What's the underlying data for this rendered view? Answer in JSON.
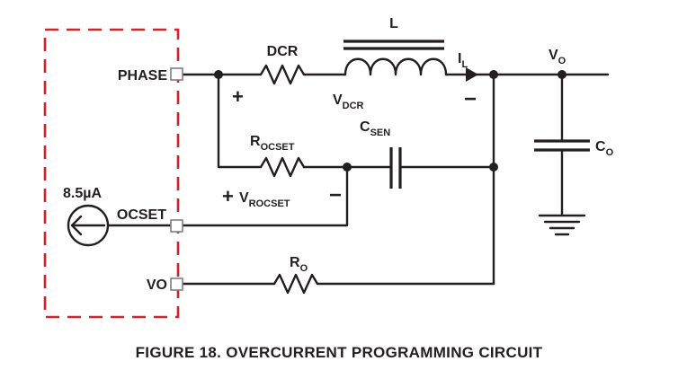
{
  "figure": {
    "caption": "FIGURE 18.  OVERCURRENT PROGRAMMING CIRCUIT"
  },
  "ic_pins": {
    "phase": "PHASE",
    "ocset": "OCSET",
    "vo": "VO"
  },
  "current_source": {
    "value": "8.5µA"
  },
  "components": {
    "dcr": "DCR",
    "inductor": "L",
    "inductor_current": {
      "main": "I",
      "sub": "L"
    },
    "output_voltage": {
      "main": "V",
      "sub": "O"
    },
    "output_cap": {
      "main": "C",
      "sub": "O"
    },
    "vdcr": {
      "main": "V",
      "sub": "DCR"
    },
    "csen": {
      "main": "C",
      "sub": "SEN"
    },
    "rocset": {
      "main": "R",
      "sub": "OCSET"
    },
    "vrocset": {
      "main": "V",
      "sub": "ROCSET"
    },
    "ro": {
      "main": "R",
      "sub": "O"
    }
  },
  "polarity": {
    "plus": "+",
    "minus": "−"
  },
  "colors": {
    "ic_boundary": "#d2232a",
    "wire": "#231f20",
    "pin_outline": "#7f7f7f"
  }
}
